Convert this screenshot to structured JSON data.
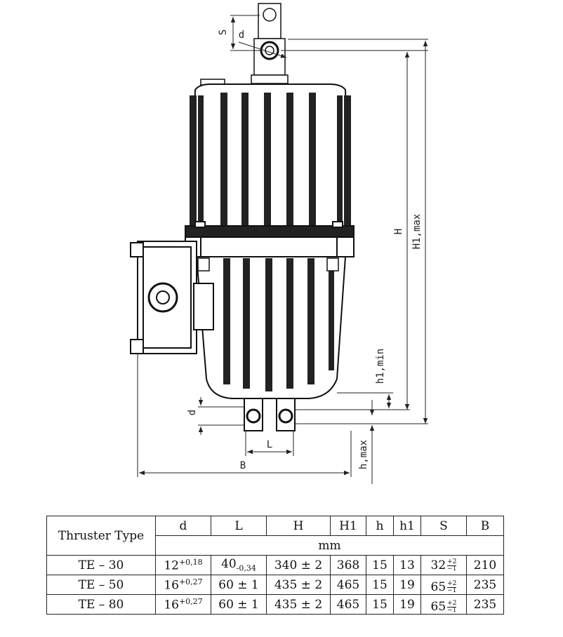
{
  "drawing": {
    "dimension_labels": {
      "S": "S",
      "d_top": "d",
      "H": "H",
      "H1max": "H1,max",
      "h1min": "h1,min",
      "d_bottom": "d",
      "L": "L",
      "hmax": "h,max",
      "B": "B"
    }
  },
  "table": {
    "type_header": "Thruster Type",
    "columns": [
      "d",
      "L",
      "H",
      "H1",
      "h",
      "h1",
      "S",
      "B"
    ],
    "unit": "mm",
    "rows": [
      {
        "type": "TE – 30",
        "d_base": "12",
        "d_sup": "+0,18",
        "L_base": "40",
        "L_sub": "-0,34",
        "H": "340 ± 2",
        "H1": "368",
        "h": "15",
        "h1": "13",
        "S_base": "32",
        "S_up": "+2",
        "S_down": "−1",
        "B": "210"
      },
      {
        "type": "TE – 50",
        "d_base": "16",
        "d_sup": "+0,27",
        "L": "60 ± 1",
        "H": "435 ± 2",
        "H1": "465",
        "h": "15",
        "h1": "19",
        "S_base": "65",
        "S_up": "+2",
        "S_down": "−1",
        "B": "235"
      },
      {
        "type": "TE – 80",
        "d_base": "16",
        "d_sup": "+0,27",
        "L": "60 ± 1",
        "H": "435 ± 2",
        "H1": "465",
        "h": "15",
        "h1": "19",
        "S_base": "65",
        "S_up": "+2",
        "S_down": "−1",
        "B": "235"
      }
    ]
  }
}
